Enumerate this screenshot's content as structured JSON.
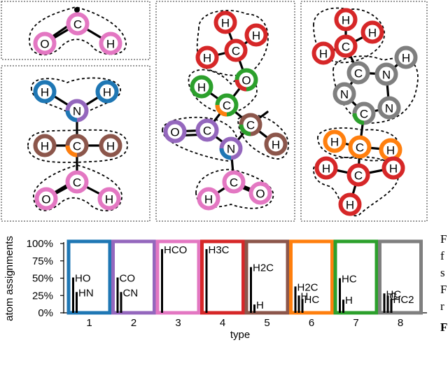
{
  "atom_colors": {
    "c1": "#1f77b4",
    "c2": "#9467bd",
    "c3": "#e377c2",
    "c4": "#d62728",
    "c5": "#8c564b",
    "c6": "#ff7f0e",
    "c7": "#2ca02c",
    "c8": "#7f7f7f"
  },
  "atom_symbols": {
    "H": "H",
    "C": "C",
    "O": "O",
    "N": "N"
  },
  "chart_data": {
    "type": "bar",
    "xlabel": "type",
    "ylabel": "atom assignments",
    "ylim": [
      0,
      100
    ],
    "y_ticks": [
      "0%",
      "25%",
      "50%",
      "75%",
      "100%"
    ],
    "grid": false,
    "groups": [
      {
        "type": "1",
        "color": "#1f77b4",
        "bars": [
          {
            "label": "HO",
            "value": 51
          },
          {
            "label": "HN",
            "value": 30
          }
        ]
      },
      {
        "type": "2",
        "color": "#9467bd",
        "bars": [
          {
            "label": "CO",
            "value": 51
          },
          {
            "label": "CN",
            "value": 30
          }
        ]
      },
      {
        "type": "3",
        "color": "#e377c2",
        "bars": [
          {
            "label": "HCO",
            "value": 92
          }
        ]
      },
      {
        "type": "4",
        "color": "#d62728",
        "bars": [
          {
            "label": "H3C",
            "value": 92
          }
        ]
      },
      {
        "type": "5",
        "color": "#8c564b",
        "bars": [
          {
            "label": "H2C",
            "value": 66
          },
          {
            "label": "H",
            "value": 12
          }
        ]
      },
      {
        "type": "6",
        "color": "#ff7f0e",
        "bars": [
          {
            "label": "H2C",
            "value": 38
          },
          {
            "label": "H",
            "value": 25
          },
          {
            "label": "HC",
            "value": 20
          }
        ]
      },
      {
        "type": "7",
        "color": "#2ca02c",
        "bars": [
          {
            "label": "HC",
            "value": 50
          },
          {
            "label": "H",
            "value": 19
          }
        ]
      },
      {
        "type": "8",
        "color": "#7f7f7f",
        "bars": [
          {
            "label": "HC",
            "value": 28
          },
          {
            "label": "C",
            "value": 25
          },
          {
            "label": "HC2",
            "value": 20
          }
        ]
      }
    ]
  },
  "side_text": [
    "F",
    "f",
    "s",
    "F",
    "r"
  ],
  "side_text_bottom": "F"
}
